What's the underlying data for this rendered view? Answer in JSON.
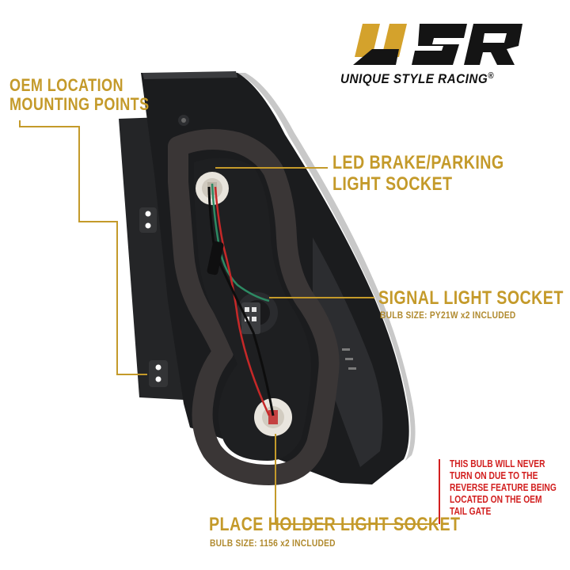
{
  "logo": {
    "mark": "USR",
    "name": "UNIQUE STYLE RACING",
    "registered": "®"
  },
  "callouts": {
    "mounting": {
      "line1": "OEM LOCATION",
      "line2": "MOUNTING POINTS"
    },
    "brake": {
      "line1": "LED BRAKE/PARKING",
      "line2": "LIGHT SOCKET"
    },
    "signal": {
      "title": "SIGNAL LIGHT SOCKET",
      "bulb": "BULB SIZE: PY21W x2 INCLUDED"
    },
    "placeholder": {
      "title": "PLACE HOLDER LIGHT SOCKET",
      "bulb": "BULB SIZE: 1156 x2 INCLUDED"
    },
    "warning": {
      "lines": [
        "THIS BULB WILL NEVER",
        "TURN ON DUE TO THE",
        "REVERSE FEATURE BEING",
        "LOCATED ON THE OEM",
        "TAIL GATE"
      ]
    }
  },
  "colors": {
    "gold": "#c49a2a",
    "warning_red": "#d21f1f",
    "housing_dark": "#1b1c1e",
    "gasket": "#3a3636"
  }
}
